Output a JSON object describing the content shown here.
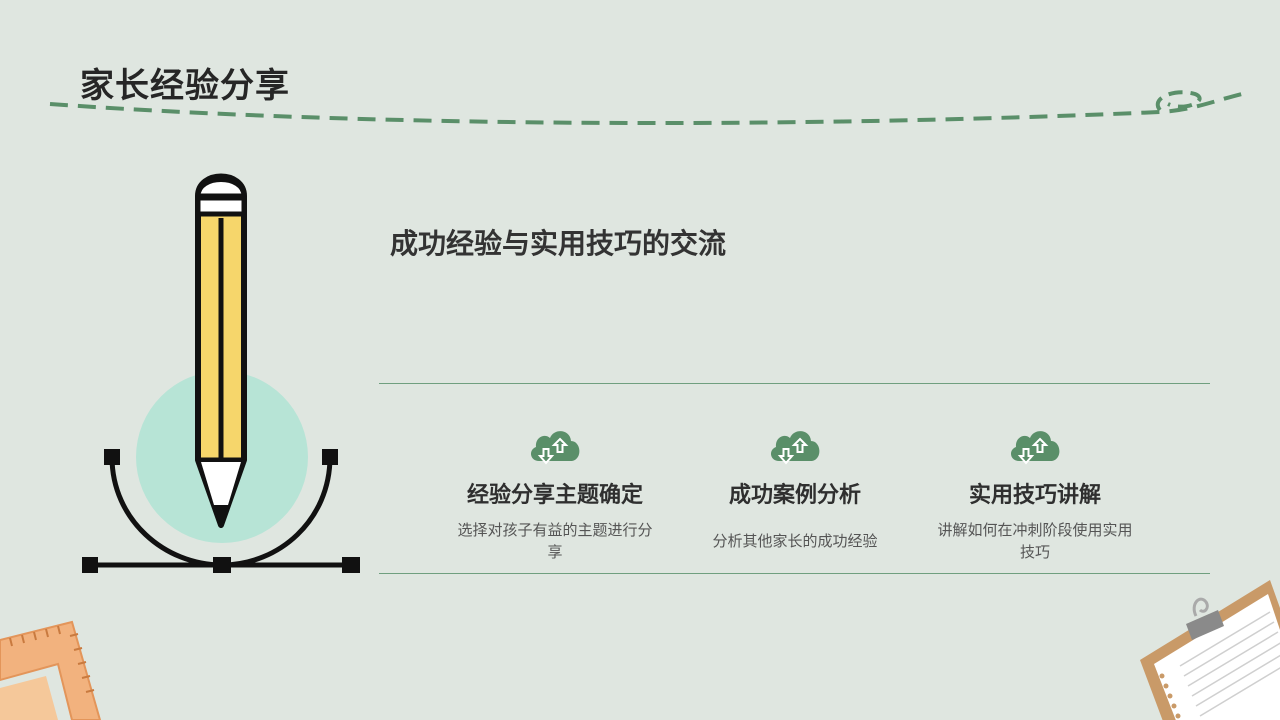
{
  "page": {
    "title": "家长经验分享",
    "subtitle": "成功经验与实用技巧的交流"
  },
  "features": [
    {
      "icon": "cloud-sync-icon",
      "title": "经验分享主题确定",
      "description": "选择对孩子有益的主题进行分享"
    },
    {
      "icon": "cloud-sync-icon",
      "title": "成功案例分析",
      "description": "分析其他家长的成功经验"
    },
    {
      "icon": "cloud-sync-icon",
      "title": "实用技巧讲解",
      "description": "讲解如何在冲刺阶段使用实用技巧"
    }
  ],
  "colors": {
    "background": "#dfe6e0",
    "accent_green": "#5a8f69",
    "pencil_yellow": "#f6d66b",
    "circle_mint": "#b7e4d6"
  }
}
